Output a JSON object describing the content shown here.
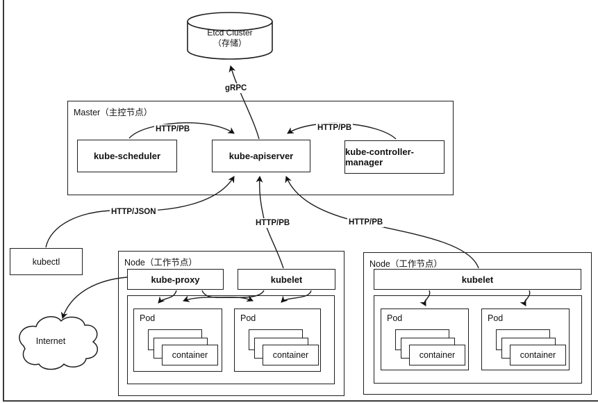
{
  "etcd": {
    "line1": "Etcd Cluster",
    "line2": "（存储）"
  },
  "edges": {
    "grpc": "gRPC",
    "http_pb": "HTTP/PB",
    "http_json": "HTTP/JSON"
  },
  "master": {
    "label": "Master（主控节点）",
    "scheduler": "kube-scheduler",
    "apiserver": "kube-apiserver",
    "controller_manager": "kube-controller-manager"
  },
  "kubectl": {
    "label": "kubectl"
  },
  "internet": {
    "label": "Internet"
  },
  "node1": {
    "label": "Node（工作节点）",
    "kube_proxy": "kube-proxy",
    "kubelet": "kubelet",
    "pods": [
      {
        "label": "Pod",
        "container": "container"
      },
      {
        "label": "Pod",
        "container": "container"
      }
    ]
  },
  "node2": {
    "label": "Node（工作节点）",
    "kubelet": "kubelet",
    "pods": [
      {
        "label": "Pod",
        "container": "container"
      },
      {
        "label": "Pod",
        "container": "container"
      }
    ]
  },
  "colors": {
    "stroke": "#1d1d1d",
    "background": "#ffffff"
  }
}
